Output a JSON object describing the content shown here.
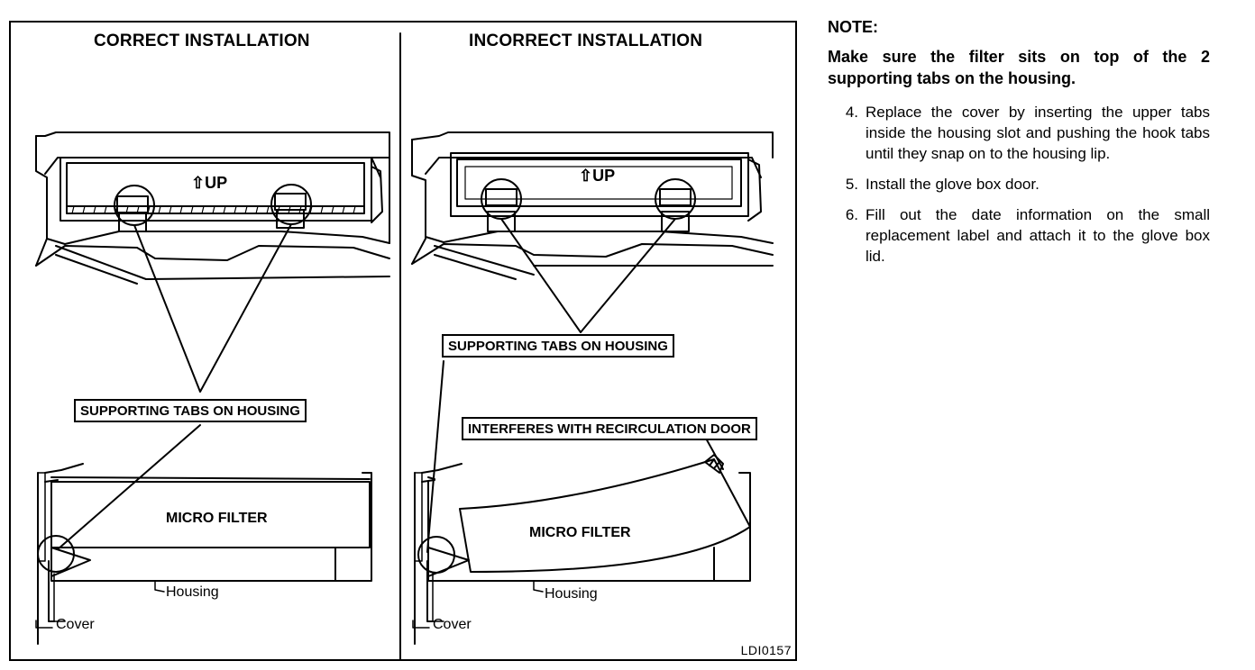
{
  "figure": {
    "left_title": "CORRECT INSTALLATION",
    "right_title": "INCORRECT INSTALLATION",
    "up_label": "UP",
    "left_callout": "SUPPORTING TABS ON HOUSING",
    "right_callout": "SUPPORTING TABS ON HOUSING",
    "interferes_callout": "INTERFERES WITH RECIRCULATION DOOR",
    "micro_filter_label": "MICRO FILTER",
    "housing_label": "Housing",
    "cover_label": "Cover",
    "figure_id": "LDI0157",
    "icons": [
      "up-arrow-icon"
    ]
  },
  "notes": {
    "heading": "NOTE:",
    "body": "Make sure the filter sits on top of the 2 supporting tabs on the housing.",
    "steps": [
      {
        "num": "4.",
        "text": "Replace the cover by inserting the upper tabs inside the housing slot and pushing the hook tabs until they snap on to the housing lip."
      },
      {
        "num": "5.",
        "text": "Install the glove box door."
      },
      {
        "num": "6.",
        "text": "Fill out the date information on the small replacement label and attach it to the glove box lid."
      }
    ]
  }
}
